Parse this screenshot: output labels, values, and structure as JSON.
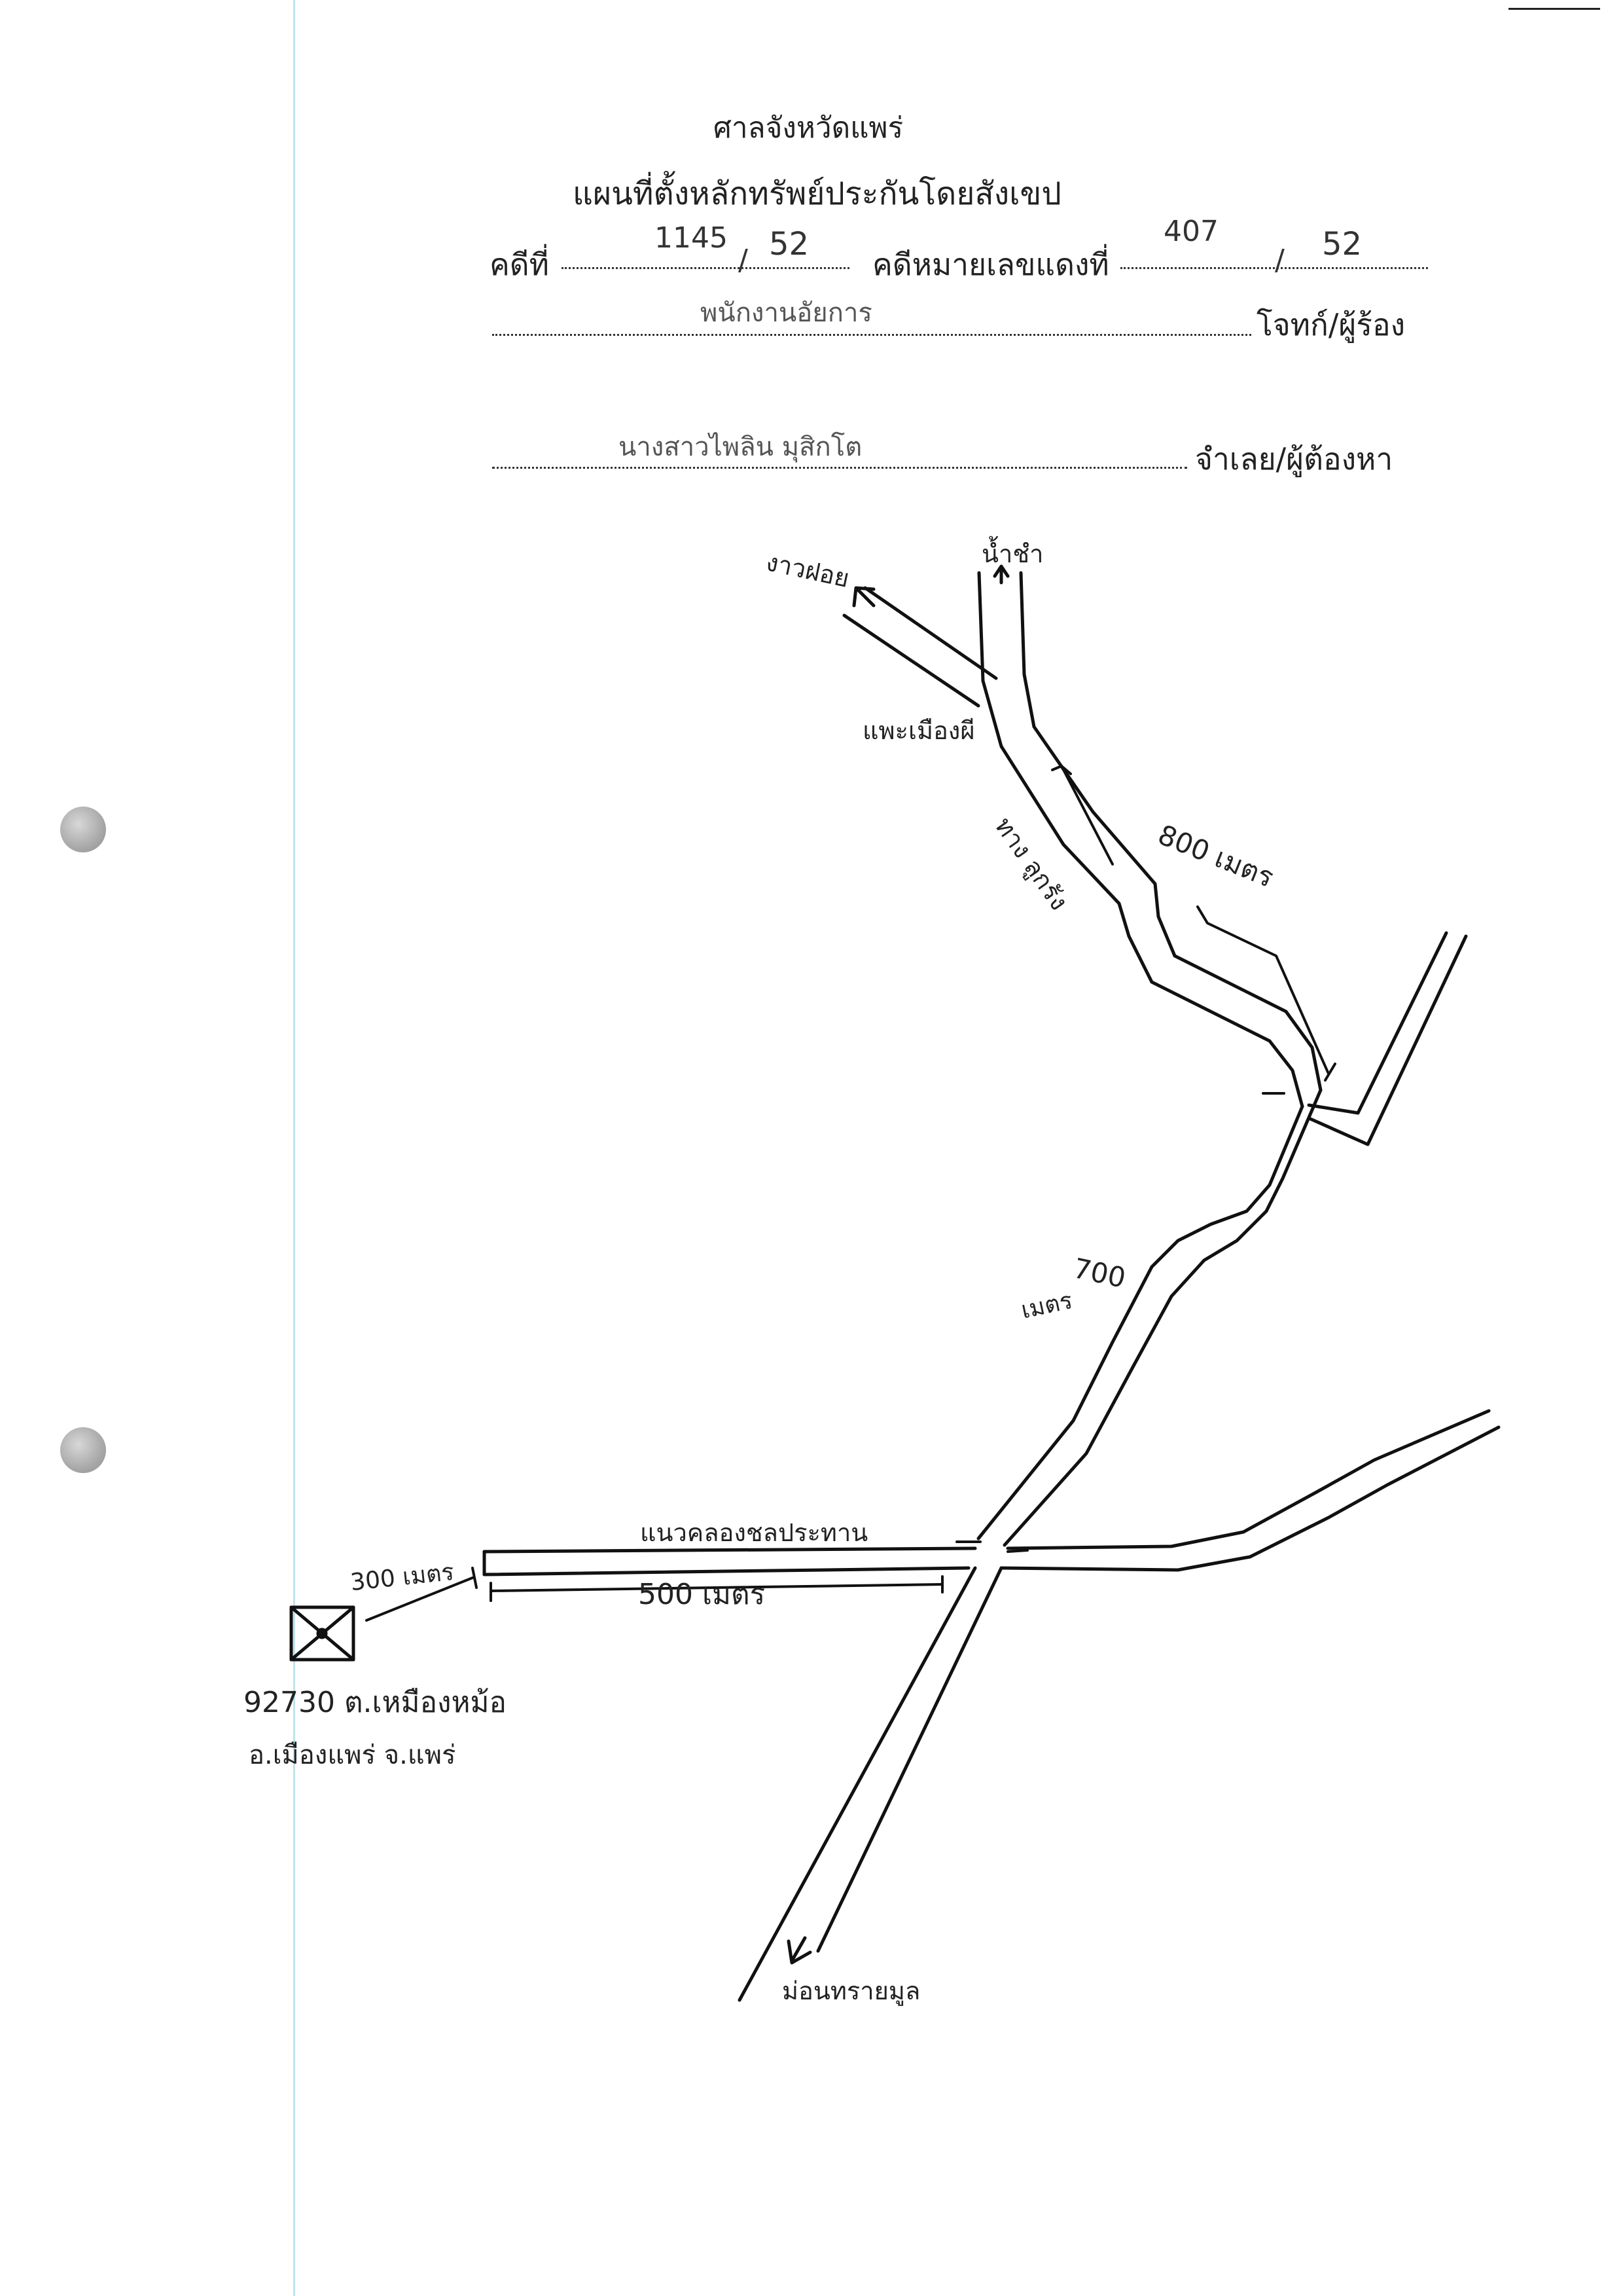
{
  "document": {
    "court_name": "ศาลจังหวัดแพร่",
    "title": "แผนที่ตั้งหลักทรัพย์ประกันโดยสังเขป",
    "case_label": "คดีที่",
    "red_case_label": "คดีหมายเลขแดงที่",
    "plaintiff_label": "โจทก์/ผู้ร้อง",
    "defendant_label": "จำเลย/ผู้ต้องหา",
    "case_separator": "/"
  },
  "handwritten": {
    "case_number": "1145",
    "case_year": "52",
    "red_case_number": "407",
    "red_case_year": "52",
    "plaintiff": "พนักงานอัยการ",
    "defendant": "นางสาวไพลิน มุสิกโต"
  },
  "map": {
    "label_north_left": "งาวฝอย",
    "label_north": "น้ำชำ",
    "label_junction": "แพะเมืองผี",
    "label_route": "ทาง ลูกรัง",
    "distance_800": "800 เมตร",
    "distance_700": "700",
    "distance_700_unit": "เมตร",
    "label_canal": "แนวคลองชลประทาน",
    "distance_500": "500 เมตร",
    "distance_300": "300 เมตร",
    "property_address_line1": "92730 ต.เหมืองหม้อ",
    "property_address_line2": "อ.เมืองแพร่ จ.แพร่",
    "label_south": "ม่อนทรายมูล",
    "property_icon": "property-marker-icon",
    "road_color": "#111111"
  }
}
